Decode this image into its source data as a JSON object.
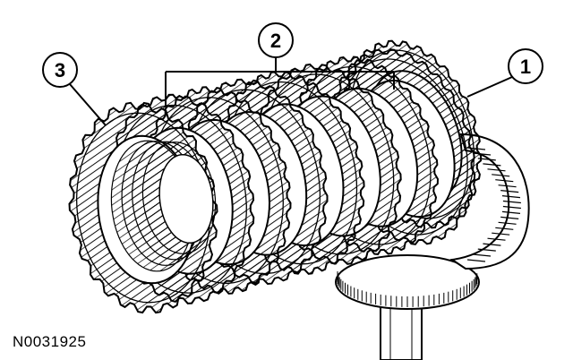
{
  "figure": {
    "id_label": "N0031925",
    "callouts": [
      {
        "number": "1"
      },
      {
        "number": "2"
      },
      {
        "number": "3"
      }
    ],
    "colors": {
      "ink": "#000000",
      "paper": "#ffffff"
    }
  }
}
